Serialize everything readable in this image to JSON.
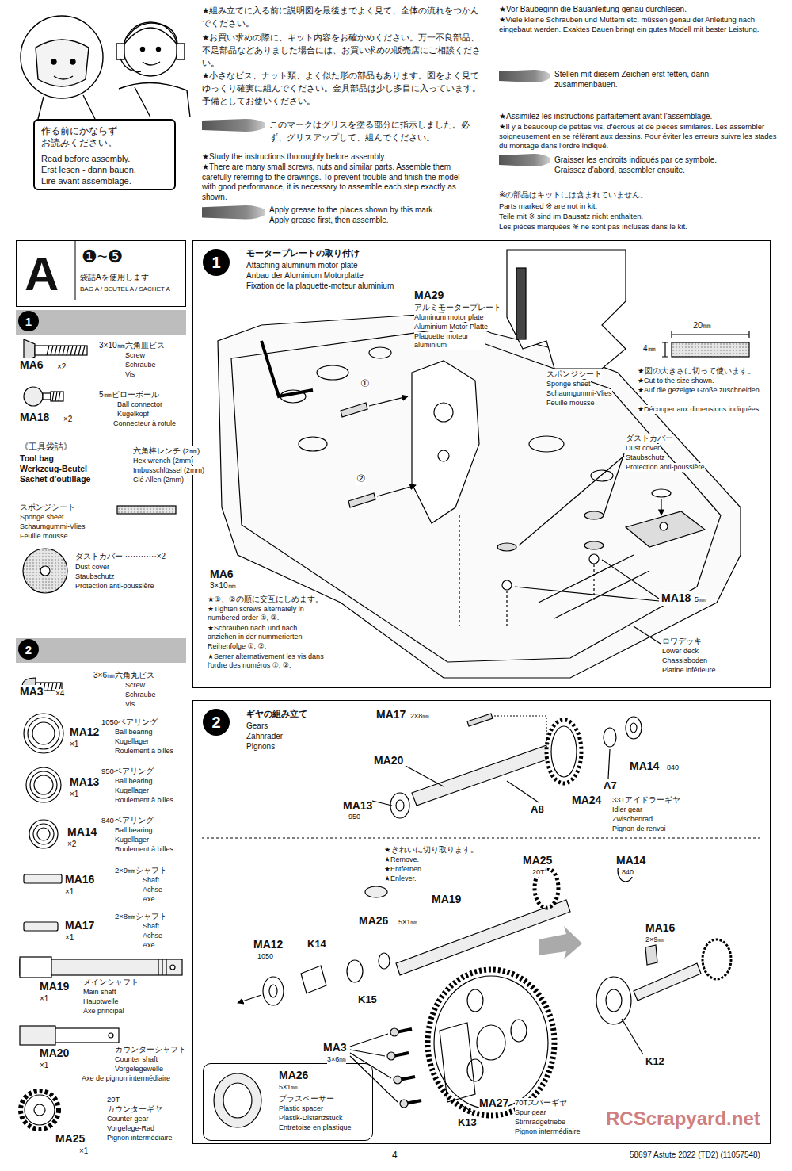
{
  "diagram": {
    "nodes": [
      {
        "text": [
          "作る前にかならず お読みください。",
          "Read before assembly.",
          "Erst lesen - dann bauen.",
          "Lire avant assemblage."
        ]
      },
      {
        "text": [
          "A",
          "❶~❺",
          "袋詰Aを使用します",
          "BAG A / BEUTEL A / SACHET A"
        ]
      },
      {
        "text": [
          "1"
        ]
      },
      {
        "text": [
          "2"
        ]
      },
      {
        "text": [
          "1",
          "モータープレートの取り付け",
          "Attaching aluminum motor plate",
          "Anbau der Aluminium Motorplatte",
          "Fixation de la plaquette-moteur aluminium"
        ]
      },
      {
        "text": [
          "2",
          "ギヤの組み立て",
          "Gears",
          "Zahnräder",
          "Pignons"
        ]
      },
      {
        "text": [
          "MA26",
          "5×1㎜",
          "プラスペーサー",
          "Plastic spacer",
          "Plastik-Distanzstück",
          "Entretoise en plastique"
        ],
        "in": 5
      }
    ],
    "labels": [
      "★組み立てに入る前に説明図を最後までよく見て、全体の流れをつかんでください。",
      "★お買い求めの際に、キット内容をお確かめください。万一不良部品、不足部品などありました場合には、お買い求めの販売店にご相談ください。",
      "★小さなビス、ナット類、よく似た形の部品もあります。図をよく見てゆっくり確実に組んでください。金具部品は少し多目に入っています。予備としてお使いください。",
      "このマークはグリスを塗る部分に指示しました。必ず、グリスアップして、組んでください。",
      "★Study the instructions thoroughly before assembly.",
      "★There are many small screws, nuts and similar parts. Assemble them carefully referring to the drawings. To prevent trouble and finish the model with good performance, it is necessary to assemble each step exactly as shown.",
      "Apply grease to the places shown by this mark.",
      "Apply grease first, then assemble.",
      "★Vor Baubeginn die Bauanleitung genau durchlesen.",
      "★Viele kleine Schrauben und Muttern etc. müssen genau der Anleitung nach eingebaut werden. Exaktes Bauen bringt ein gutes Modell mit bester Leistung.",
      "Stellen mit diesem Zeichen erst fetten, dann zusammenbauen.",
      "★Assimilez les instructions parfaitement avant l'assemblage.",
      "★Il y a beaucoup de petites vis, d'écrous et de pièces similaires. Les assembler soigneusement en se référant aux dessins. Pour éviter les erreurs suivre les stades du montage dans l'ordre indiqué.",
      "Graisser les endroits indiqués par ce symbole.",
      "Graissez d'abord, assembler ensuite.",
      "※の部品はキットには含まれていません。",
      "Parts marked ※ are not in kit.",
      "Teile mit ※ sind im Bausatz nicht enthalten.",
      "Les pièces marquées ※ ne sont pas incluses dans le kit.",
      "MA6",
      "×2",
      "3×10㎜六角皿ビス",
      "Screw",
      "Schraube",
      "Vis",
      "MA18",
      "×2",
      "5㎜ピローボール",
      "Ball connector",
      "Kugelkopf",
      "Connecteur à rotule",
      "《工具袋詰》",
      "Tool bag",
      "Werkzeug-Beutel",
      "Sachet d'outillage",
      "六角棒レンチ (2㎜)",
      "Hex wrench (2mm)",
      "Imbusschlüssel (2mm)",
      "Clé Allen (2mm)",
      "スポンジシート",
      "Sponge sheet",
      "Schaumgummi-Vlies",
      "Feuille mousse",
      "ダストカバー ············×2",
      "Dust cover",
      "Staubschutz",
      "Protection anti-poussière",
      "MA3",
      "×4",
      "3×6㎜六角丸ビス",
      "Screw",
      "Schraube",
      "Vis",
      "MA12",
      "×1",
      "1050ベアリング",
      "Ball bearing",
      "Kugellager",
      "Roulement à billes",
      "MA13",
      "×1",
      "950ベアリング",
      "Ball bearing",
      "Kugellager",
      "Roulement à billes",
      "MA14",
      "×2",
      "840ベアリング",
      "Ball bearing",
      "Kugellager",
      "Roulement à billes",
      "MA16",
      "×1",
      "2×9㎜シャフト",
      "Shaft",
      "Achse",
      "Axe",
      "MA17",
      "×1",
      "2×8㎜シャフト",
      "Shaft",
      "Achse",
      "Axe",
      "MA19",
      "メインシャフト",
      "×1",
      "Main shaft",
      "Hauptwelle",
      "Axe principal",
      "MA20",
      "カウンターシャフト",
      "×1",
      "Counter shaft",
      "Vorgelegewelle",
      "Axe de pignon intermédiaire",
      "MA25",
      "×1",
      "20T",
      "カウンターギヤ",
      "Counter gear",
      "Vorgelege-Rad",
      "Pignon intermédiaire",
      "MA29",
      "アルミモータープレート",
      "Aluminum motor plate",
      "Aluminium Motor Platte",
      "Plaquette moteur aluminium",
      "20㎜",
      "4㎜",
      "★図の大きさに切って使います。",
      "★Cut to the size shown.",
      "★Auf die gezeigte Größe zuschneiden.",
      "★Découper aux dimensions indiquées.",
      "スポンジシート",
      "Sponge sheet",
      "Schaumgummi-Vlies",
      "Feuille mousse",
      "ダストカバー",
      "Dust cover",
      "Staubschutz",
      "Protection anti-poussière",
      "①",
      "②",
      "MA6",
      "3×10㎜",
      "★①、②の順に交互にしめます。",
      "★Tighten screws alternately in numbered order ①, ②.",
      "★Schrauben nach und nach anziehen in der nummerierten Reihenfolge ①, ②.",
      "★Serrer alternativement les vis dans l'ordre des numéros ①, ②.",
      "MA18",
      "5㎜",
      "ロワデッキ",
      "Lower deck",
      "Chassisboden",
      "Platine inférieure",
      "MA17",
      "2×8㎜",
      "MA20",
      "MA13",
      "950",
      "A8",
      "A7",
      "MA14",
      "840",
      "MA24",
      "33Tアイドラーギヤ",
      "Idler gear",
      "Zwischenrad",
      "Pignon de renvoi",
      "★きれいに切り取ります。",
      "★Remove.",
      "★Entfernen.",
      "★Enlever.",
      "MA25",
      "20T",
      "MA14",
      "840",
      "MA19",
      "MA26",
      "5×1㎜",
      "MA16",
      "2×9㎜",
      "MA12",
      "1050",
      "K14",
      "K15",
      "K12",
      "MA3",
      "3×6㎜",
      "MA27",
      "70Tスパーギヤ",
      "Spur gear",
      "Stirnradgetriebe",
      "Pignon intermédiaire",
      "K13",
      "4",
      "58697 Astute 2022 (TD2) (11057548)",
      "RCScrapyard.net"
    ]
  }
}
